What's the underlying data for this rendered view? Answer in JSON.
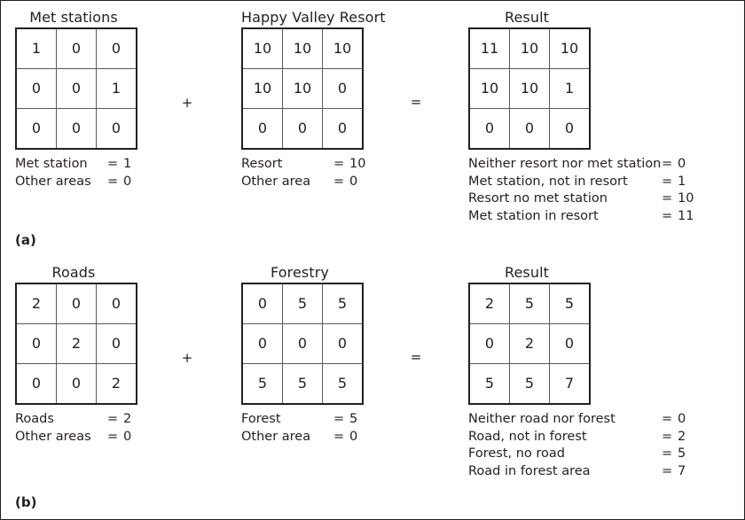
{
  "figure": {
    "panels": [
      {
        "letter": "(a)",
        "operator_plus": "+",
        "operator_equals": "=",
        "columns": [
          {
            "title": "Met stations",
            "grid": [
              [
                "1",
                "0",
                "0"
              ],
              [
                "0",
                "0",
                "1"
              ],
              [
                "0",
                "0",
                "0"
              ]
            ],
            "legend": [
              {
                "label": "Met station",
                "eq": "=",
                "value": "1"
              },
              {
                "label": "Other areas",
                "eq": "=",
                "value": "0"
              }
            ]
          },
          {
            "title": "Happy Valley Resort",
            "grid": [
              [
                "10",
                "10",
                "10"
              ],
              [
                "10",
                "10",
                "0"
              ],
              [
                "0",
                "0",
                "0"
              ]
            ],
            "legend": [
              {
                "label": "Resort",
                "eq": "=",
                "value": "10"
              },
              {
                "label": "Other area",
                "eq": "=",
                "value": "0"
              }
            ]
          },
          {
            "title": "Result",
            "grid": [
              [
                "11",
                "10",
                "10"
              ],
              [
                "10",
                "10",
                "1"
              ],
              [
                "0",
                "0",
                "0"
              ]
            ],
            "legend": [
              {
                "label": "Neither resort nor met station",
                "eq": "=",
                "value": "0"
              },
              {
                "label": "Met station, not in resort",
                "eq": "=",
                "value": "1"
              },
              {
                "label": "Resort no met station",
                "eq": "=",
                "value": "10"
              },
              {
                "label": "Met station in resort",
                "eq": "=",
                "value": "11"
              }
            ]
          }
        ]
      },
      {
        "letter": "(b)",
        "operator_plus": "+",
        "operator_equals": "=",
        "columns": [
          {
            "title": "Roads",
            "grid": [
              [
                "2",
                "0",
                "0"
              ],
              [
                "0",
                "2",
                "0"
              ],
              [
                "0",
                "0",
                "2"
              ]
            ],
            "legend": [
              {
                "label": "Roads",
                "eq": "=",
                "value": "2"
              },
              {
                "label": "Other areas",
                "eq": "=",
                "value": "0"
              }
            ]
          },
          {
            "title": "Forestry",
            "grid": [
              [
                "0",
                "5",
                "5"
              ],
              [
                "0",
                "0",
                "0"
              ],
              [
                "5",
                "5",
                "5"
              ]
            ],
            "legend": [
              {
                "label": "Forest",
                "eq": "=",
                "value": "5"
              },
              {
                "label": "Other area",
                "eq": "=",
                "value": "0"
              }
            ]
          },
          {
            "title": "Result",
            "grid": [
              [
                "2",
                "5",
                "5"
              ],
              [
                "0",
                "2",
                "0"
              ],
              [
                "5",
                "5",
                "7"
              ]
            ],
            "legend": [
              {
                "label": "Neither road nor forest",
                "eq": "=",
                "value": "0"
              },
              {
                "label": "Road, not in forest",
                "eq": "=",
                "value": "2"
              },
              {
                "label": "Forest, no road",
                "eq": "=",
                "value": "5"
              },
              {
                "label": "Road in forest area",
                "eq": "=",
                "value": "7"
              }
            ]
          }
        ]
      }
    ],
    "colors": {
      "ink": "#231f20",
      "grid_inner_line": "#58595b",
      "background": "#ffffff"
    }
  }
}
